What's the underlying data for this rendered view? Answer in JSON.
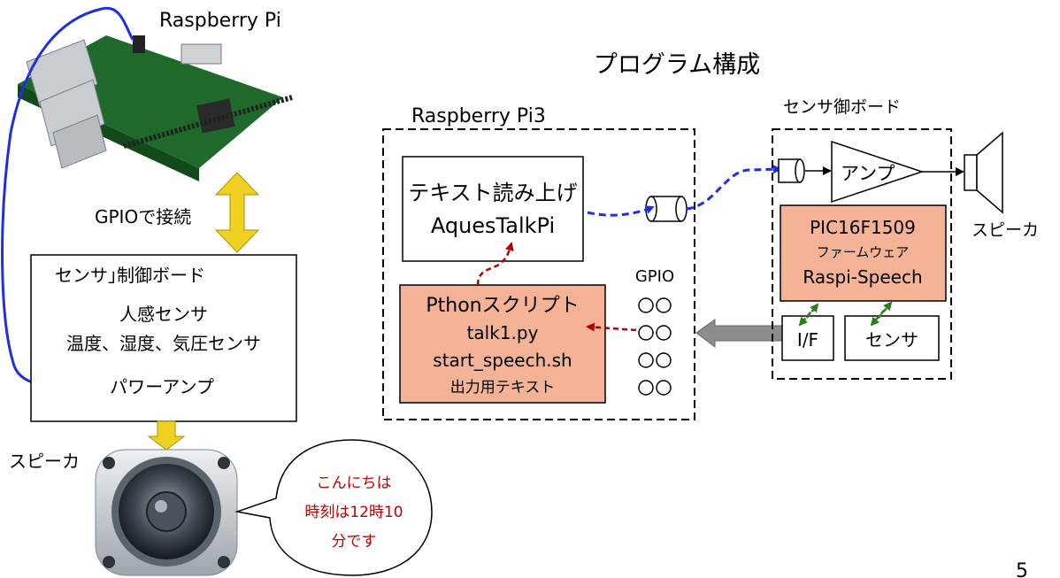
{
  "left": {
    "rpi_label": "Raspberry Pi",
    "gpio_connect_label": "GPIOで接続",
    "board": {
      "title": "センサ｣制御ボード",
      "line1": "人感センサ",
      "line2": "温度、湿度、気圧センサ",
      "line3": "パワーアンプ"
    },
    "speaker_label": "スピーカ",
    "speech_bubble": [
      "こんにちは",
      "時刻は12時10",
      "分です"
    ]
  },
  "right": {
    "title": "プログラム構成",
    "pi_box_label": "Raspberry Pi3",
    "tts_box": {
      "line1": "テキスト読み上げ",
      "line2": "AquesTalkPi"
    },
    "script_box": {
      "title": "Pthonスクリプト",
      "line1": "talk1.py",
      "line2": "start_speech.sh",
      "line3": "出力用テキスト"
    },
    "gpio_label": "GPIO",
    "sensor_board_label": "センサ御ボード",
    "amp_label": "アンプ",
    "pic_box": {
      "chip": "PIC16F1509",
      "firmware": "ファームウェア",
      "name": "Raspi-Speech"
    },
    "if_label": "I/F",
    "sensor_label": "センサ",
    "speaker_label": "スピーカ"
  },
  "page_number": "5",
  "colors": {
    "speech_text": "#c00000",
    "script_fill": "#f4b396",
    "pic_fill": "#f4b396",
    "blue_arrow": "#1f2fe0",
    "red_arrow": "#b00000",
    "green_arrow": "#2e7d1e",
    "yellow_arrow": "#f0d020",
    "gray_arrow": "#8c8c8c"
  }
}
